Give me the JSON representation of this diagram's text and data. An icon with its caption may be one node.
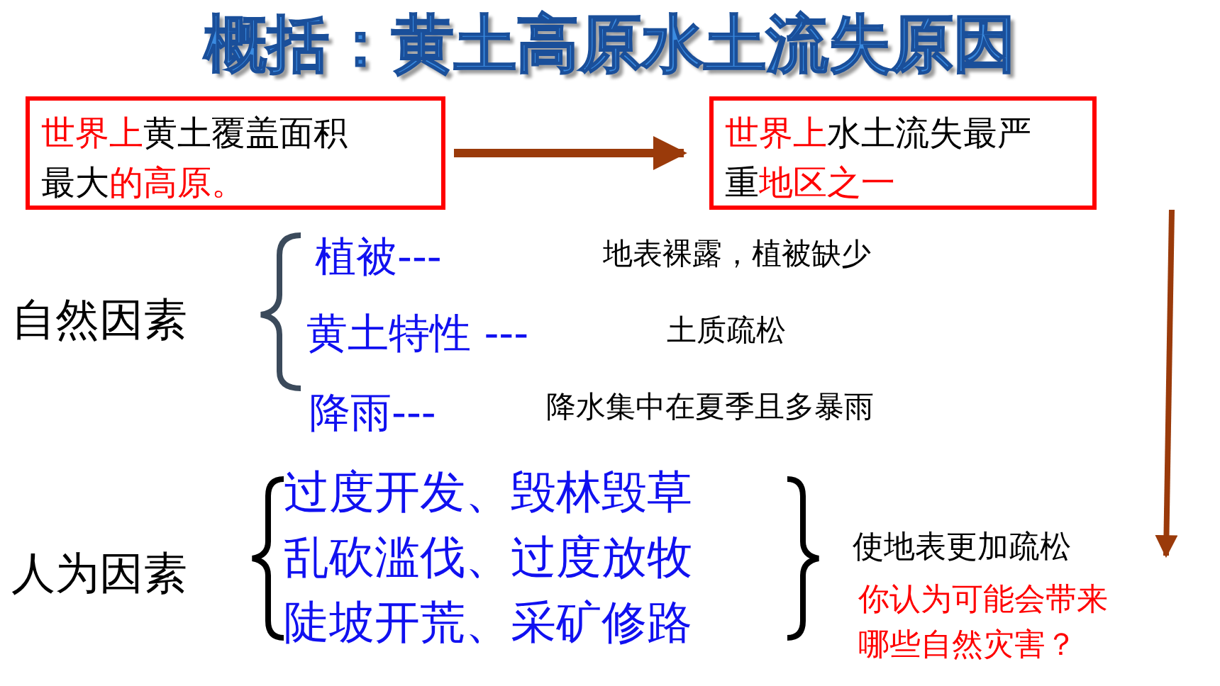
{
  "diagram": {
    "title": "概括：黄土高原水土流失原因",
    "nodes": [
      {
        "text": [
          "世界上黄土覆盖面积最大的高原。"
        ]
      },
      {
        "text": [
          "世界上水土流失最严重地区之一"
        ]
      }
    ],
    "edges": [
      {
        "from": 0,
        "to": 1,
        "arrow": "to"
      },
      {
        "from": 1,
        "to": null,
        "arrow": "to"
      }
    ],
    "labels": [
      "自然因素",
      "植被---",
      "地表裸露，植被缺少",
      "黄土特性 ---",
      "土质疏松",
      "降雨---",
      "降水集中在夏季且多暴雨",
      "人为因素",
      "过度开发、毁林毁草",
      "乱砍滥伐、过度放牧",
      "陡坡开荒、采矿修路",
      "使地表更加疏松",
      "你认为可能会带来哪些自然灾害？"
    ]
  }
}
